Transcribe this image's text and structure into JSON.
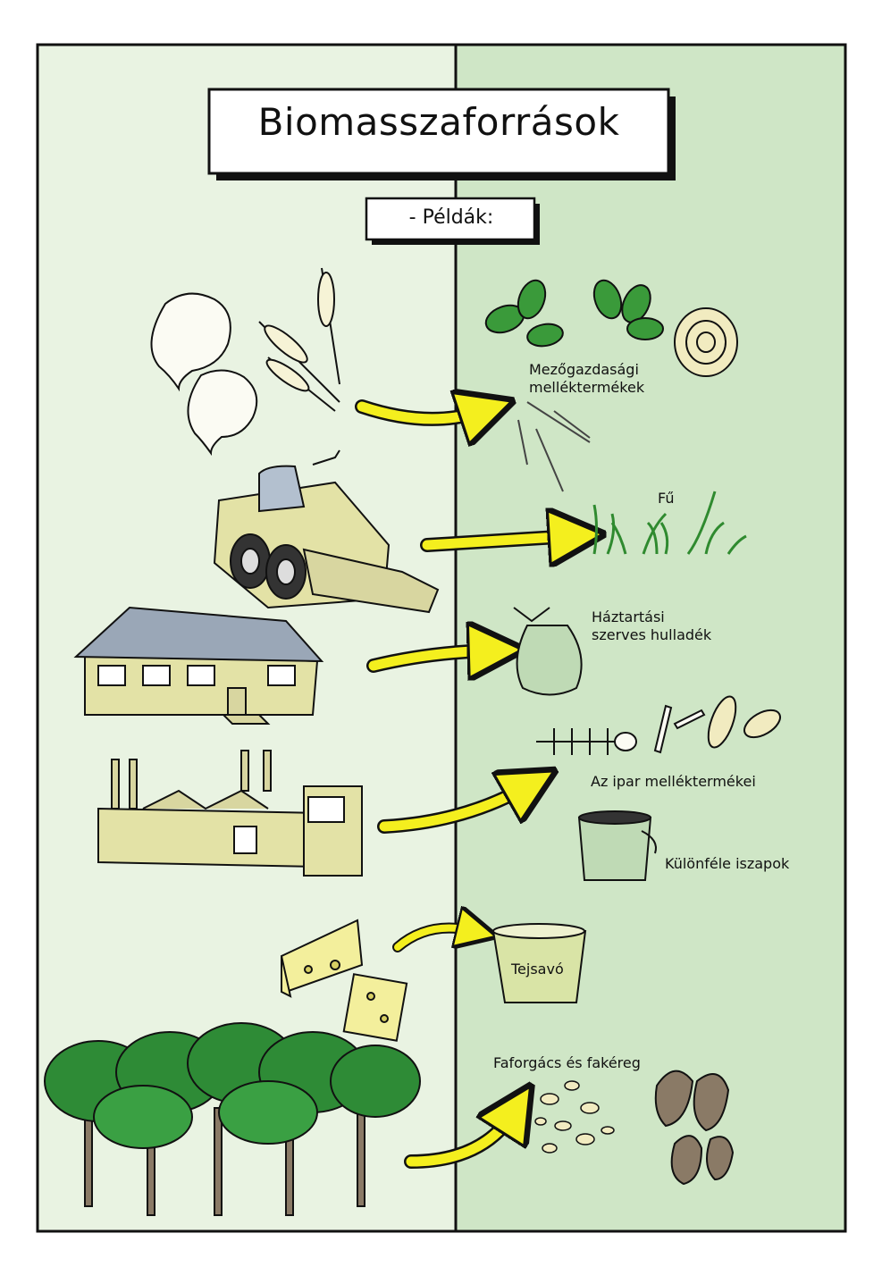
{
  "title": "Biomasszaforrások",
  "subtitle": "- Példák:",
  "items": [
    {
      "label_lines": [
        "Mezőgazdasági",
        "melléktermékek"
      ]
    },
    {
      "label_lines": [
        "Fű"
      ]
    },
    {
      "label_lines": [
        "Háztartási",
        "szerves hulladék"
      ]
    },
    {
      "label_lines": [
        "Az ipar melléktermékei"
      ]
    },
    {
      "label_lines": [
        "Különféle iszapok"
      ]
    },
    {
      "label_lines": [
        "Tejsavó"
      ]
    },
    {
      "label_lines": [
        "Faforgács és fakéreg"
      ]
    }
  ],
  "colors": {
    "left_panel": "#e9f3e2",
    "right_panel": "#cfe6c6",
    "arrow": "#f4ef1e",
    "leaf_green": "#3a9a3a",
    "tree_green": "#2e8b36",
    "building": "#e3e2a6",
    "roof": "#9aa7b7",
    "bark": "#8a7a66"
  }
}
